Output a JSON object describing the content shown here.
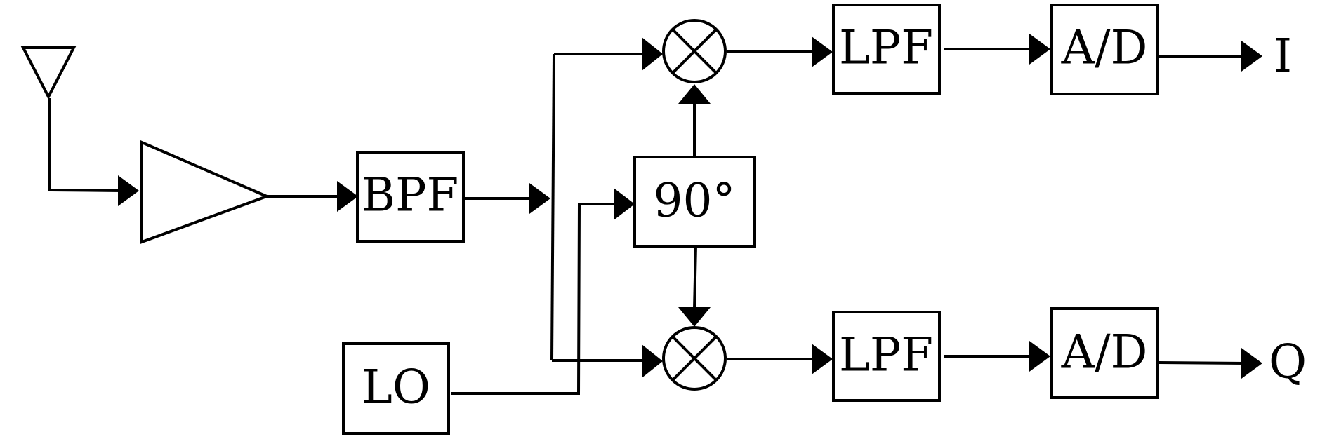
{
  "blocks": {
    "bpf": "BPF",
    "lo": "LO",
    "phase_shift": "90°",
    "lpf_top": "LPF",
    "lpf_bottom": "LPF",
    "adc_top": "A/D",
    "adc_bottom": "A/D"
  },
  "outputs": {
    "i": "I",
    "q": "Q"
  },
  "icons": [
    "antenna-icon",
    "amplifier-icon",
    "mixer-icon"
  ],
  "colors": {
    "line": "#000000",
    "background": "#ffffff"
  }
}
